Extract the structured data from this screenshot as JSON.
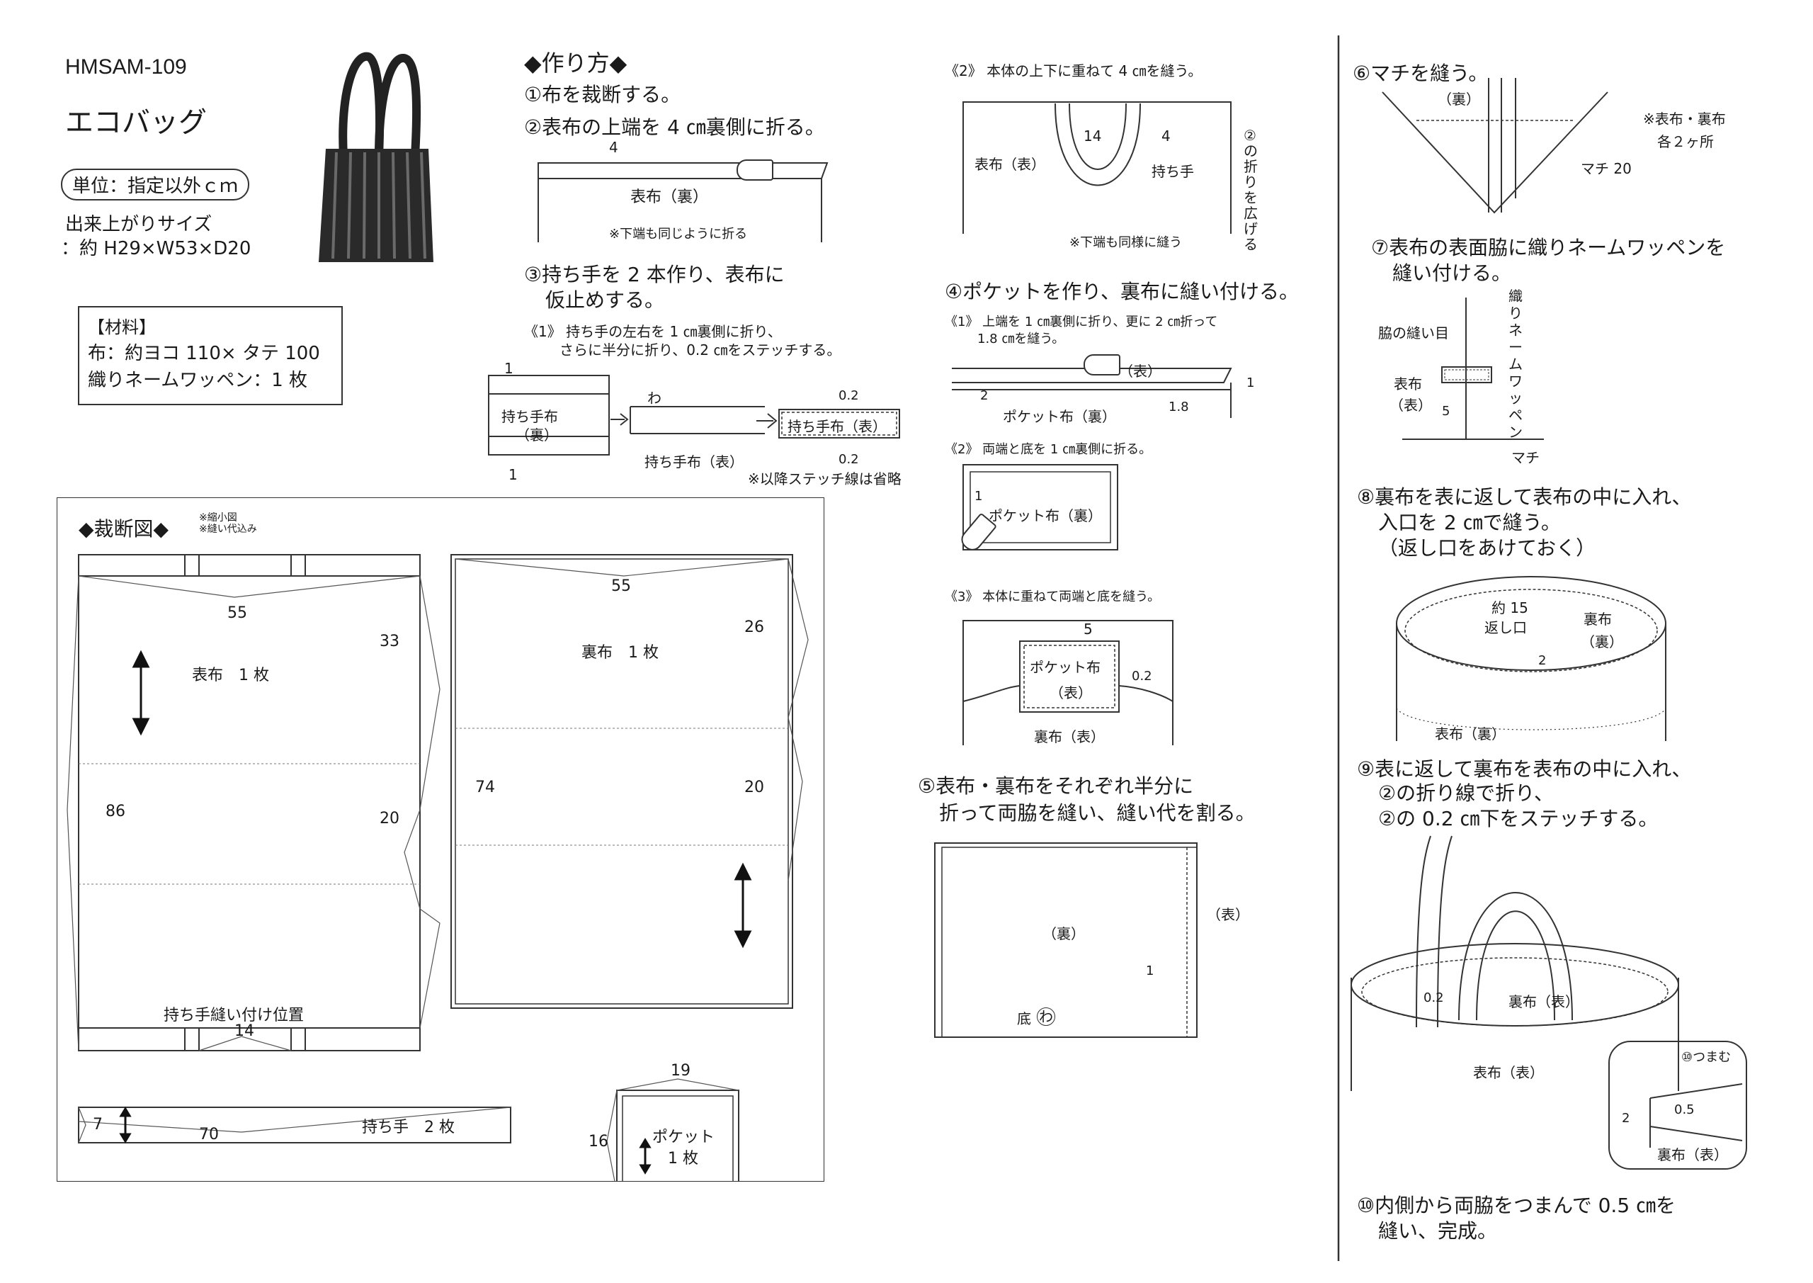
{
  "header": {
    "code": "HMSAM-109",
    "title": "エコバッグ",
    "unit": "単位：指定以外ｃｍ",
    "size_line1": "出来上がりサイズ",
    "size_line2": "：約 H29×W53×D20"
  },
  "materials": {
    "heading": "【材料】",
    "line1": "布：約ヨコ 110× タテ 100",
    "line2": "織りネームワッペン：1 枚"
  },
  "cutting": {
    "heading": "◆裁断図◆",
    "note1": "※縮小図",
    "note2": "※縫い代込み",
    "outer": {
      "label": "表布　1 枚",
      "w": "55",
      "side_top": "33",
      "side_mid": "20",
      "height": "86",
      "handle_pos": "持ち手縫い付け位置",
      "handle_gap": "14"
    },
    "lining": {
      "label": "裏布　1 枚",
      "w": "55",
      "side_top": "26",
      "side_mid": "20",
      "height": "74"
    },
    "handle": {
      "label": "持ち手　2 枚",
      "w": "7",
      "len": "70"
    },
    "pocket": {
      "label1": "ポケット",
      "label2": "1 枚",
      "w": "19",
      "h": "16"
    }
  },
  "steps": {
    "heading": "◆作り方◆",
    "s1": "①布を裁断する。",
    "s2": "②表布の上端を 4 ㎝裏側に折る。",
    "s2_dim": "4",
    "s2_fabric": "表布（裏）",
    "s2_note": "※下端も同じように折る",
    "s3_l1": "③持ち手を 2 本作り、表布に",
    "s3_l2": "仮止めする。",
    "s3_sub1_l1": "《1》 持ち手の左右を 1 ㎝裏側に折り、",
    "s3_sub1_l2": "さらに半分に折り、0.2 ㎝をステッチする。",
    "s3_h_back1": "持ち手布",
    "s3_h_back2": "（裏）",
    "s3_h_front": "持ち手布（表）",
    "s3_h_front2": "持ち手布（表）",
    "s3_wa": "わ",
    "s3_d1": "1",
    "s3_d02": "0.2",
    "s3_note": "※以降ステッチ線は省略",
    "s3_sub2": "《2》 本体の上下に重ねて 4 ㎝を縫う。",
    "s3_sub2_fabric": "表布（表）",
    "s3_sub2_handle": "持ち手",
    "s3_sub2_14": "14",
    "s3_sub2_4": "4",
    "s3_sub2_fold": "②の折りを広げる",
    "s3_sub2_note": "※下端も同様に縫う",
    "s4": "④ポケットを作り、裏布に縫い付ける。",
    "s4_sub1_l1": "《1》 上端を 1 ㎝裏側に折り、更に 2 ㎝折って",
    "s4_sub1_l2": "1.8 ㎝を縫う。",
    "s4_sub1_front": "（表）",
    "s4_sub1_fabric": "ポケット布（裏）",
    "s4_sub1_2": "2",
    "s4_sub1_18": "1.8",
    "s4_sub1_1": "1",
    "s4_sub2": "《2》 両端と底を 1 ㎝裏側に折る。",
    "s4_sub2_fabric": "ポケット布（裏）",
    "s4_sub2_1": "1",
    "s4_sub3": "《3》 本体に重ねて両端と底を縫う。",
    "s4_sub3_p1": "ポケット布",
    "s4_sub3_p2": "（表）",
    "s4_sub3_5": "5",
    "s4_sub3_02": "0.2",
    "s4_sub3_lining": "裏布（表）",
    "s5_l1": "⑤表布・裏布をそれぞれ半分に",
    "s5_l2": "折って両脇を縫い、縫い代を割る。",
    "s5_back": "（裏）",
    "s5_front": "（表）",
    "s5_1": "1",
    "s5_bottom": "底",
    "s5_wa": "わ",
    "s6": "⑥マチを縫う。",
    "s6_back": "（裏）",
    "s6_note1": "※表布・裏布",
    "s6_note2": "各２ヶ所",
    "s6_gusset": "マチ 20",
    "s7_l1": "⑦表布の表面脇に織りネームワッペンを",
    "s7_l2": "縫い付ける。",
    "s7_side": "脇の縫い目",
    "s7_label": "織りネームワッペン",
    "s7_f1": "表布",
    "s7_f2": "（表）",
    "s7_5": "5",
    "s7_gusset": "マチ",
    "s8_l1": "⑧裏布を表に返して表布の中に入れ、",
    "s8_l2": "入口を 2 ㎝で縫う。",
    "s8_l3": "（返し口をあけておく）",
    "s8_opening1": "約 15",
    "s8_opening2": "返し口",
    "s8_lining1": "裏布",
    "s8_lining2": "（裏）",
    "s8_2": "2",
    "s8_outer": "表布（裏）",
    "s9_l1": "⑨表に返して裏布を表布の中に入れ、",
    "s9_l2": "②の折り線で折り、",
    "s9_l3": "②の 0.2 ㎝下をステッチする。",
    "s9_02": "0.2",
    "s9_lining": "裏布（表）",
    "s9_outer": "表布（表）",
    "s9_pinch": "⑩つまむ",
    "s9_2": "2",
    "s9_05": "0.5",
    "s9_lining2": "裏布（表）",
    "s10_l1": "⑩内側から両脇をつまんで 0.5 ㎝を",
    "s10_l2": "縫い、完成。"
  }
}
